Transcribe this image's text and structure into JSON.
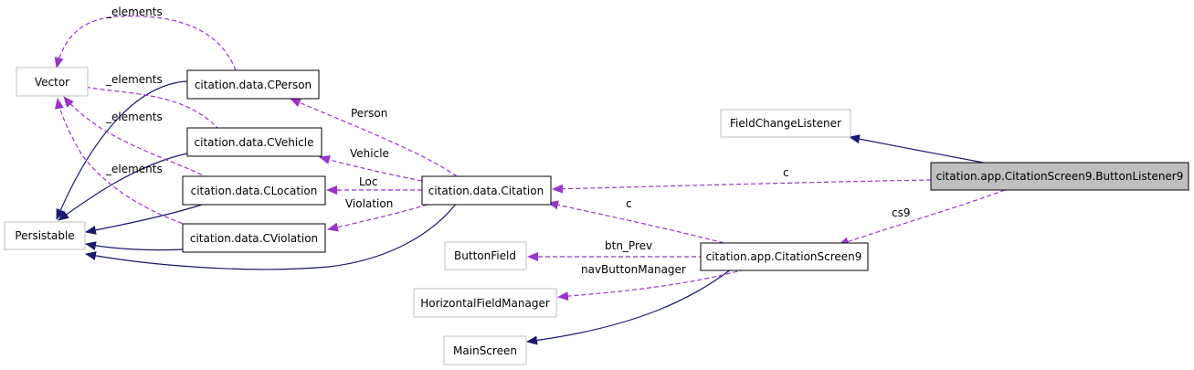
{
  "nodes": {
    "vector": "Vector",
    "persistable": "Persistable",
    "cperson": "citation.data.CPerson",
    "cvehicle": "citation.data.CVehicle",
    "clocation": "citation.data.CLocation",
    "cviolation": "citation.data.CViolation",
    "citation": "citation.data.Citation",
    "fieldchangelistener": "FieldChangeListener",
    "buttonlistener9": "citation.app.CitationScreen9.ButtonListener9",
    "buttonfield": "ButtonField",
    "horizontalfieldmanager": "HorizontalFieldManager",
    "mainscreen": "MainScreen",
    "citationscreen9": "citation.app.CitationScreen9"
  },
  "edge_labels": {
    "cperson_elements": "_elements",
    "cvehicle_elements": "_elements",
    "clocation_elements": "_elements",
    "cviolation_elements": "_elements",
    "person": "Person",
    "vehicle": "Vehicle",
    "loc": "Loc",
    "violation": "Violation",
    "c_listener": "c",
    "c_screen": "c",
    "cs9": "cs9",
    "btn_prev": "btn_Prev",
    "nav_button_manager": "navButtonManager"
  },
  "colors": {
    "inheritance_edge": "#191970",
    "usage_edge": "#9a32cd",
    "focus_node_fill": "#bfbfbf",
    "external_node_border": "#bfbfbf"
  }
}
